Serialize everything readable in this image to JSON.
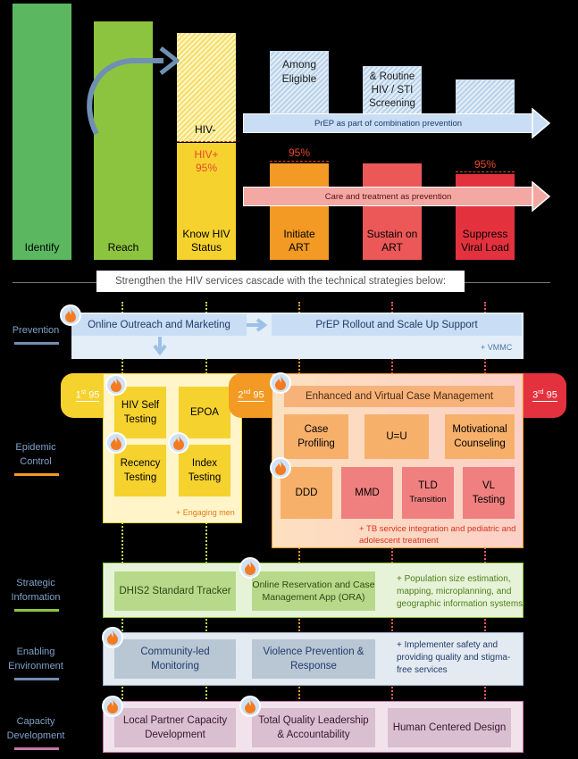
{
  "cascade": {
    "bars": [
      {
        "label": "Identify",
        "color": "#5cb860"
      },
      {
        "label": "Reach",
        "color": "#8dc43f"
      },
      {
        "label": "Know HIV\nStatus",
        "color": "#f6d22f"
      },
      {
        "label": "Initiate\nART",
        "color": "#f39a24"
      },
      {
        "label": "Sustain on\nART",
        "color": "#ec5858"
      },
      {
        "label": "Suppress\nViral Load",
        "color": "#e3323e"
      }
    ],
    "hiv_neg": "HIV-",
    "hiv_pos": "HIV+",
    "hiv_pos_pct": "95%",
    "among_eligible": "Among\nEligible",
    "routine_screening": "& Routine\nHIV / STI\nScreening",
    "prep_arrow": "PrEP as part of combination prevention",
    "care_arrow": "Care and treatment as prevention",
    "initiate_pct": "95%",
    "suppress_pct": "95%"
  },
  "banner": "Strengthen the HIV services cascade with the technical strategies below:",
  "rows": {
    "prevention": {
      "label": "Prevention",
      "outreach": "Online Outreach and Marketing",
      "prep": "PrEP Rollout and Scale Up Support",
      "vmmc": "+ VMMC"
    },
    "epidemic": {
      "label": "Epidemic\nControl",
      "first95": "1st 95",
      "second95": "2nd 95",
      "third95": "3rd 95",
      "hiv_self": "HIV Self\nTesting",
      "epoa": "EPOA",
      "recency": "Recency\nTesting",
      "index": "Index\nTesting",
      "engaging": "+ Engaging men",
      "case_mgmt": "Enhanced and Virtual Case Management",
      "case_profiling": "Case\nProfiling",
      "uu": "U=U",
      "motivational": "Motivational\nCounseling",
      "ddd": "DDD",
      "mmd": "MMD",
      "tld": "TLD",
      "tld_sub": "Transition",
      "vl": "VL\nTesting",
      "tb": "+ TB service integration and pediatric and\nadolescent treatment"
    },
    "strategic": {
      "label": "Strategic\nInformation",
      "dhis2": "DHIS2 Standard Tracker",
      "ora": "Online Reservation and Case\nManagement App (ORA)",
      "pop": "+ Population size estimation,\nmapping, microplanning, and\ngeographic information systems"
    },
    "enabling": {
      "label": "Enabling\nEnvironment",
      "community": "Community-led\nMonitoring",
      "violence": "Violence Prevention &\nResponse",
      "implementer": "+ Implementer safety and\nproviding quality and stigma-\nfree services"
    },
    "capacity": {
      "label": "Capacity\nDevelopment",
      "local": "Local Partner Capacity\nDevelopment",
      "tql": "Total Quality Leadership\n& Accountability",
      "hcd": "Human Centered Design"
    }
  }
}
